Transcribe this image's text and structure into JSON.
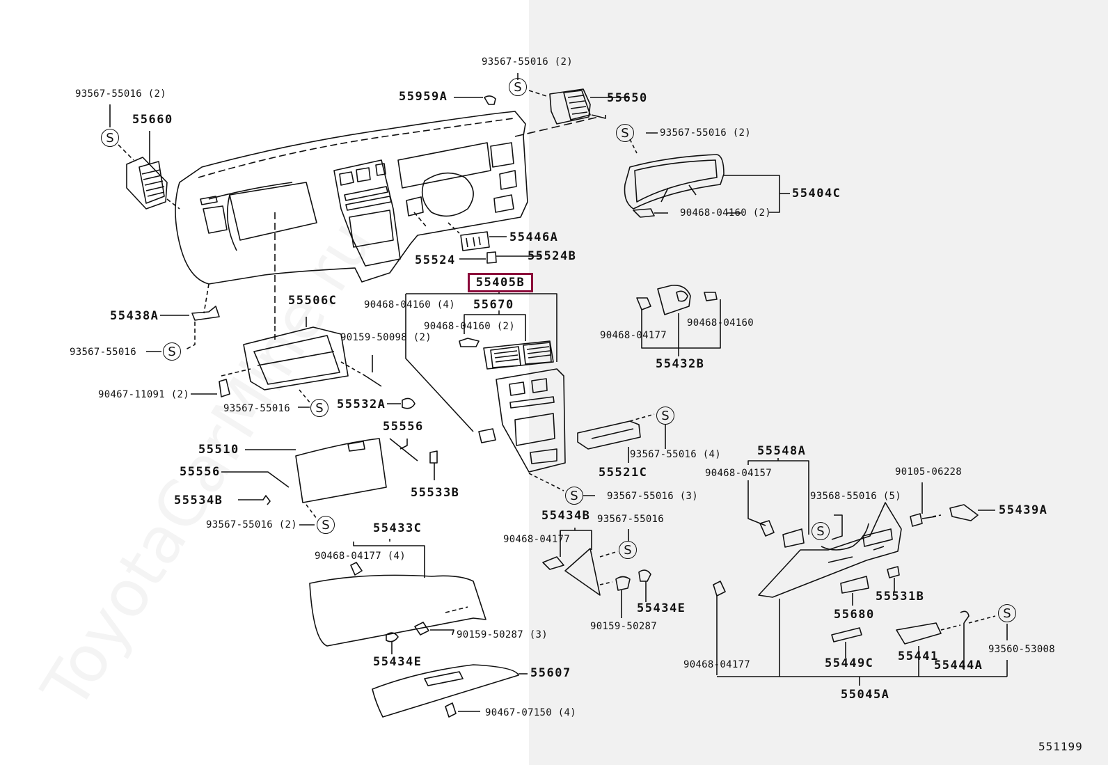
{
  "diagram": {
    "title": "Instrument panel parts diagram",
    "highlighted_part": "55405B",
    "page_code": "551199",
    "watermark": "ToyotaCarMine.ru",
    "accent_color": "#8b0a3a",
    "background_split_color": "#f1f1f1"
  },
  "labels": [
    {
      "id": "l1",
      "text": "93567-55016 (2)",
      "size": "small"
    },
    {
      "id": "l2",
      "text": "55660",
      "size": "big"
    },
    {
      "id": "l3",
      "text": "93567-55016 (2)",
      "size": "small"
    },
    {
      "id": "l4",
      "text": "55959A",
      "size": "big"
    },
    {
      "id": "l5",
      "text": "55650",
      "size": "big"
    },
    {
      "id": "l6",
      "text": "93567-55016 (2)",
      "size": "small"
    },
    {
      "id": "l7",
      "text": "55404C",
      "size": "big"
    },
    {
      "id": "l8",
      "text": "90468-04160 (2)",
      "size": "small"
    },
    {
      "id": "l9",
      "text": "55446A",
      "size": "big"
    },
    {
      "id": "l10",
      "text": "55524",
      "size": "big"
    },
    {
      "id": "l11",
      "text": "55524B",
      "size": "big"
    },
    {
      "id": "l12",
      "text": "90468-04160 (4)",
      "size": "small"
    },
    {
      "id": "l13",
      "text": "55670",
      "size": "big"
    },
    {
      "id": "l14",
      "text": "90468-04160 (2)",
      "size": "small"
    },
    {
      "id": "l15",
      "text": "55438A",
      "size": "big"
    },
    {
      "id": "l16",
      "text": "93567-55016",
      "size": "small"
    },
    {
      "id": "l17",
      "text": "55506C",
      "size": "big"
    },
    {
      "id": "l18",
      "text": "90159-50098 (2)",
      "size": "small"
    },
    {
      "id": "l19",
      "text": "90467-11091 (2)",
      "size": "small"
    },
    {
      "id": "l20",
      "text": "93567-55016",
      "size": "small"
    },
    {
      "id": "l21",
      "text": "55532A",
      "size": "big"
    },
    {
      "id": "l22",
      "text": "55556",
      "size": "big"
    },
    {
      "id": "l23",
      "text": "55510",
      "size": "big"
    },
    {
      "id": "l24",
      "text": "55556",
      "size": "big"
    },
    {
      "id": "l25",
      "text": "55533B",
      "size": "big"
    },
    {
      "id": "l26",
      "text": "55534B",
      "size": "big"
    },
    {
      "id": "l27",
      "text": "93567-55016 (2)",
      "size": "small"
    },
    {
      "id": "l28",
      "text": "55433C",
      "size": "big"
    },
    {
      "id": "l29",
      "text": "90468-04177 (4)",
      "size": "small"
    },
    {
      "id": "l30",
      "text": "90159-50287 (3)",
      "size": "small"
    },
    {
      "id": "l31",
      "text": "55434E",
      "size": "big"
    },
    {
      "id": "l32",
      "text": "55607",
      "size": "big"
    },
    {
      "id": "l33",
      "text": "90467-07150 (4)",
      "size": "small"
    },
    {
      "id": "l34",
      "text": "90468-04177",
      "size": "small"
    },
    {
      "id": "l35",
      "text": "90468-04160",
      "size": "small"
    },
    {
      "id": "l36",
      "text": "55432B",
      "size": "big"
    },
    {
      "id": "l37",
      "text": "93567-55016 (4)",
      "size": "small"
    },
    {
      "id": "l38",
      "text": "55521C",
      "size": "big"
    },
    {
      "id": "l39",
      "text": "93567-55016 (3)",
      "size": "small"
    },
    {
      "id": "l40",
      "text": "55548A",
      "size": "big"
    },
    {
      "id": "l41",
      "text": "90468-04157",
      "size": "small"
    },
    {
      "id": "l42",
      "text": "90105-06228",
      "size": "small"
    },
    {
      "id": "l43",
      "text": "93568-55016 (5)",
      "size": "small"
    },
    {
      "id": "l44",
      "text": "55439A",
      "size": "big"
    },
    {
      "id": "l45",
      "text": "55434B",
      "size": "big"
    },
    {
      "id": "l46",
      "text": "93567-55016",
      "size": "small"
    },
    {
      "id": "l47",
      "text": "90468-04177",
      "size": "small"
    },
    {
      "id": "l48",
      "text": "55434E",
      "size": "big"
    },
    {
      "id": "l49",
      "text": "90159-50287",
      "size": "small"
    },
    {
      "id": "l50",
      "text": "55531B",
      "size": "big"
    },
    {
      "id": "l51",
      "text": "55680",
      "size": "big"
    },
    {
      "id": "l52",
      "text": "90468-04177",
      "size": "small"
    },
    {
      "id": "l53",
      "text": "55449C",
      "size": "big"
    },
    {
      "id": "l54",
      "text": "55441",
      "size": "big"
    },
    {
      "id": "l55",
      "text": "55444A",
      "size": "big"
    },
    {
      "id": "l56",
      "text": "93560-53008",
      "size": "small"
    },
    {
      "id": "l57",
      "text": "55045A",
      "size": "big"
    }
  ],
  "s_marker_glyph": "S"
}
